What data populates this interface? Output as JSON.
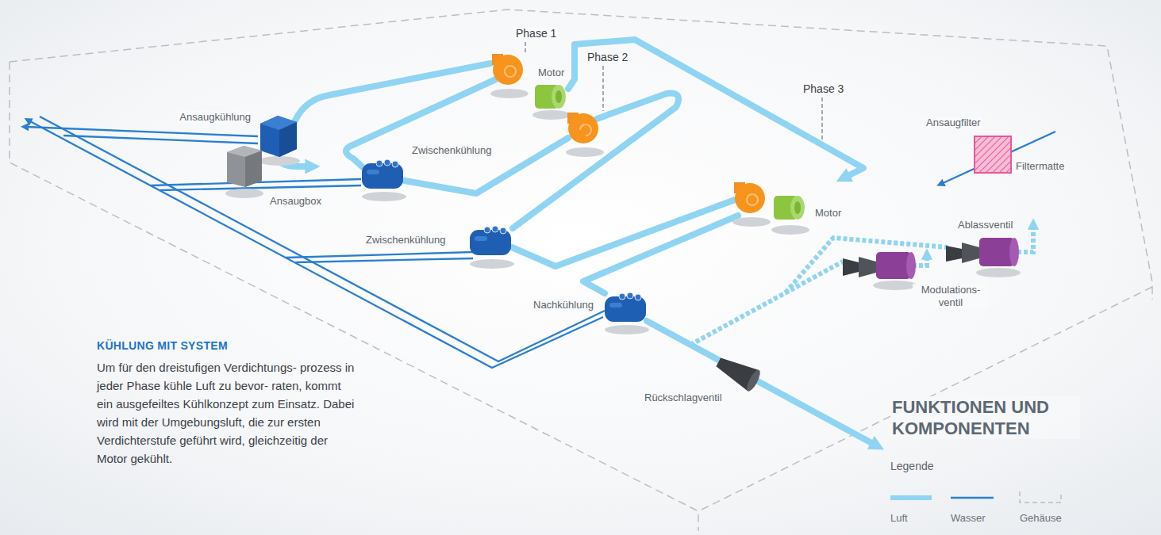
{
  "diagram": {
    "title": "FUNKTIONEN UND KOMPONENTEN",
    "labels": [
      "Phase 1",
      "Phase 2",
      "Motor",
      "Phase 3",
      "Ansaugkühlung",
      "Ansaugfilter",
      "Zwischenkühlung",
      "Filtermatte",
      "Ansaugbox",
      "Motor",
      "Ablassventil",
      "Zwischenkühlung",
      "Modulations- ventil",
      "Nachkühlung",
      "KÜHLUNG MIT SYSTEM",
      "Um für den dreistufigen Verdichtungs- prozess in jeder Phase kühle Luft zu bevor- raten, kommt ein ausgefeiltes Kühlkonzept zum Einsatz. Dabei wird mit der Umgebungsluft, die zur ersten Verdichterstufe geführt wird, gleichzeitig der Motor gekühlt.",
      "Rückschlagventil",
      "Legende"
    ],
    "legend": [
      {
        "text": "Luft"
      },
      {
        "text": "Wasser"
      },
      {
        "text": "Gehäuse"
      }
    ]
  }
}
